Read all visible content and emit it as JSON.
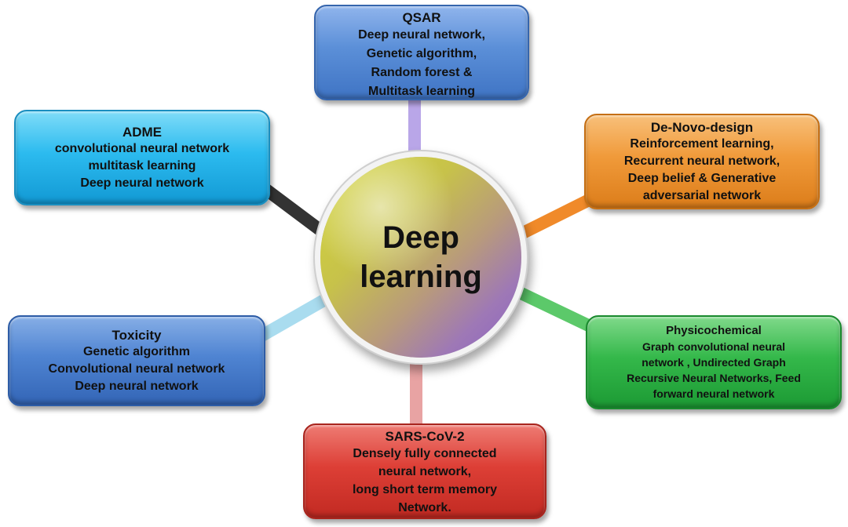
{
  "center": {
    "line1": "Deep",
    "line2": "learning"
  },
  "nodes": {
    "qsar": {
      "title": "QSAR",
      "lines": [
        "Deep neural network,",
        "Genetic algorithm,",
        "Random forest &",
        "Multitask learning"
      ],
      "connector_color": "#b9a6e8"
    },
    "adme": {
      "title": "ADME",
      "lines": [
        "convolutional neural network",
        "multitask learning",
        "Deep neural network"
      ],
      "connector_color": "#333333"
    },
    "denovo": {
      "title": "De-Novo-design",
      "lines": [
        "Reinforcement learning,",
        "Recurrent neural  network,",
        "Deep belief & Generative",
        "adversarial network"
      ],
      "connector_color": "#f08a2a"
    },
    "toxicity": {
      "title": "Toxicity",
      "lines": [
        "Genetic algorithm",
        "Convolutional neural  network",
        "Deep neural network"
      ],
      "connector_color": "#a9dcef"
    },
    "physico": {
      "title": "Physicochemical",
      "lines": [
        "Graph convolutional   neural",
        "network , Undirected Graph",
        "Recursive Neural Networks, Feed",
        "forward neural  network"
      ],
      "connector_color": "#5cc96a"
    },
    "sars": {
      "title": "SARS-CoV-2",
      "lines": [
        "Densely fully connected",
        "neural network,",
        "long short term memory",
        "Network."
      ],
      "connector_color": "#e8a3a3"
    }
  }
}
